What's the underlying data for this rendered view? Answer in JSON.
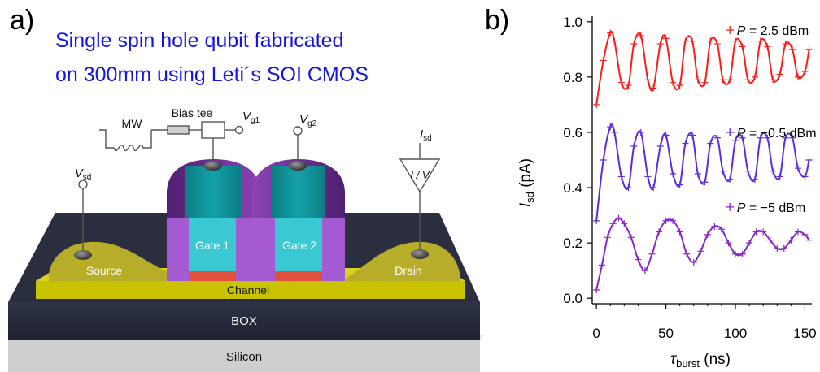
{
  "panel_a": {
    "label": "a)",
    "title_line1": "Single spin hole qubit fabricated",
    "title_line2": "on 300mm using Leti´s SOI CMOS",
    "labels": {
      "mw": "MW",
      "bias_tee": "Bias tee",
      "vg1_main": "V",
      "vg1_sub": "g1",
      "vg2_main": "V",
      "vg2_sub": "g2",
      "vsd_main": "V",
      "vsd_sub": "sd",
      "isd_main": "I",
      "isd_sub": "sd",
      "iv": "I / V",
      "gate1": "Gate 1",
      "gate2": "Gate 2",
      "source": "Source",
      "drain": "Drain",
      "channel": "Channel",
      "box": "BOX",
      "silicon": "Silicon"
    },
    "colors": {
      "title": "#1414e6",
      "gate_cap": "#0f8f93",
      "gate_face": "#35c6cf",
      "spacer": "#a050c8",
      "spacer_dark": "#5e2a82",
      "channel": "#c9c400",
      "source_drain": "#b9ae2a",
      "box": "#262a3a",
      "silicon": "#c9c9c9",
      "gate_bottom": "#e0503c"
    }
  },
  "chart_data": {
    "panel_label": "b)",
    "type": "line+scatter",
    "xlabel_main": "τ",
    "xlabel_sub": "burst",
    "xlabel_unit": " (ns)",
    "ylabel_main": "I",
    "ylabel_sub": "sd",
    "ylabel_unit": " (pA)",
    "xlim": [
      -3,
      155
    ],
    "ylim": [
      -0.02,
      1.02
    ],
    "xticks": [
      0,
      50,
      100,
      150
    ],
    "yticks": [
      0.0,
      0.2,
      0.4,
      0.6,
      0.8,
      1.0
    ],
    "ytick_labels": [
      "0.0",
      "0.2",
      "0.4",
      "0.6",
      "0.8",
      "1.0"
    ],
    "series": [
      {
        "name": "P = 2.5 dBm",
        "label_main": "P",
        "label_rest": " = 2.5 dBm",
        "color": "#ff1a1a",
        "x": [
          0,
          5,
          10,
          13,
          18,
          23,
          27,
          32,
          37,
          41,
          46,
          50,
          55,
          60,
          64,
          69,
          73,
          78,
          82,
          87,
          91,
          96,
          100,
          105,
          109,
          114,
          118,
          123,
          127,
          132,
          136,
          141,
          145,
          150,
          153
        ],
        "y": [
          0.7,
          0.86,
          0.96,
          0.93,
          0.78,
          0.77,
          0.92,
          0.95,
          0.79,
          0.76,
          0.92,
          0.94,
          0.78,
          0.77,
          0.93,
          0.93,
          0.79,
          0.78,
          0.93,
          0.92,
          0.79,
          0.79,
          0.93,
          0.91,
          0.79,
          0.8,
          0.93,
          0.91,
          0.79,
          0.81,
          0.92,
          0.9,
          0.8,
          0.82,
          0.9
        ]
      },
      {
        "name": "P = −0.5 dBm",
        "label_main": "P",
        "label_rest": " = −0.5 dBm",
        "color": "#5b2ce0",
        "x": [
          0,
          5,
          10,
          13,
          18,
          23,
          27,
          32,
          37,
          41,
          46,
          50,
          55,
          60,
          64,
          69,
          73,
          78,
          82,
          87,
          91,
          96,
          100,
          105,
          109,
          114,
          118,
          123,
          127,
          132,
          136,
          141,
          145,
          150,
          153
        ],
        "y": [
          0.28,
          0.5,
          0.62,
          0.6,
          0.44,
          0.4,
          0.55,
          0.6,
          0.44,
          0.4,
          0.55,
          0.59,
          0.45,
          0.41,
          0.56,
          0.59,
          0.45,
          0.42,
          0.56,
          0.58,
          0.46,
          0.43,
          0.57,
          0.58,
          0.46,
          0.43,
          0.58,
          0.58,
          0.46,
          0.44,
          0.58,
          0.58,
          0.47,
          0.44,
          0.5
        ]
      },
      {
        "name": "P = −5 dBm",
        "label_main": "P",
        "label_rest": " = −5 dBm",
        "color": "#8a26c6",
        "x": [
          0,
          4,
          8,
          12,
          16,
          20,
          25,
          30,
          35,
          40,
          45,
          50,
          55,
          60,
          65,
          70,
          75,
          80,
          85,
          90,
          95,
          100,
          105,
          110,
          115,
          120,
          125,
          130,
          135,
          140,
          145,
          150,
          153
        ],
        "y": [
          0.03,
          0.12,
          0.22,
          0.27,
          0.29,
          0.27,
          0.22,
          0.14,
          0.1,
          0.16,
          0.24,
          0.28,
          0.28,
          0.24,
          0.16,
          0.13,
          0.17,
          0.23,
          0.26,
          0.25,
          0.2,
          0.16,
          0.16,
          0.2,
          0.24,
          0.24,
          0.21,
          0.18,
          0.18,
          0.21,
          0.24,
          0.23,
          0.21
        ]
      }
    ]
  }
}
